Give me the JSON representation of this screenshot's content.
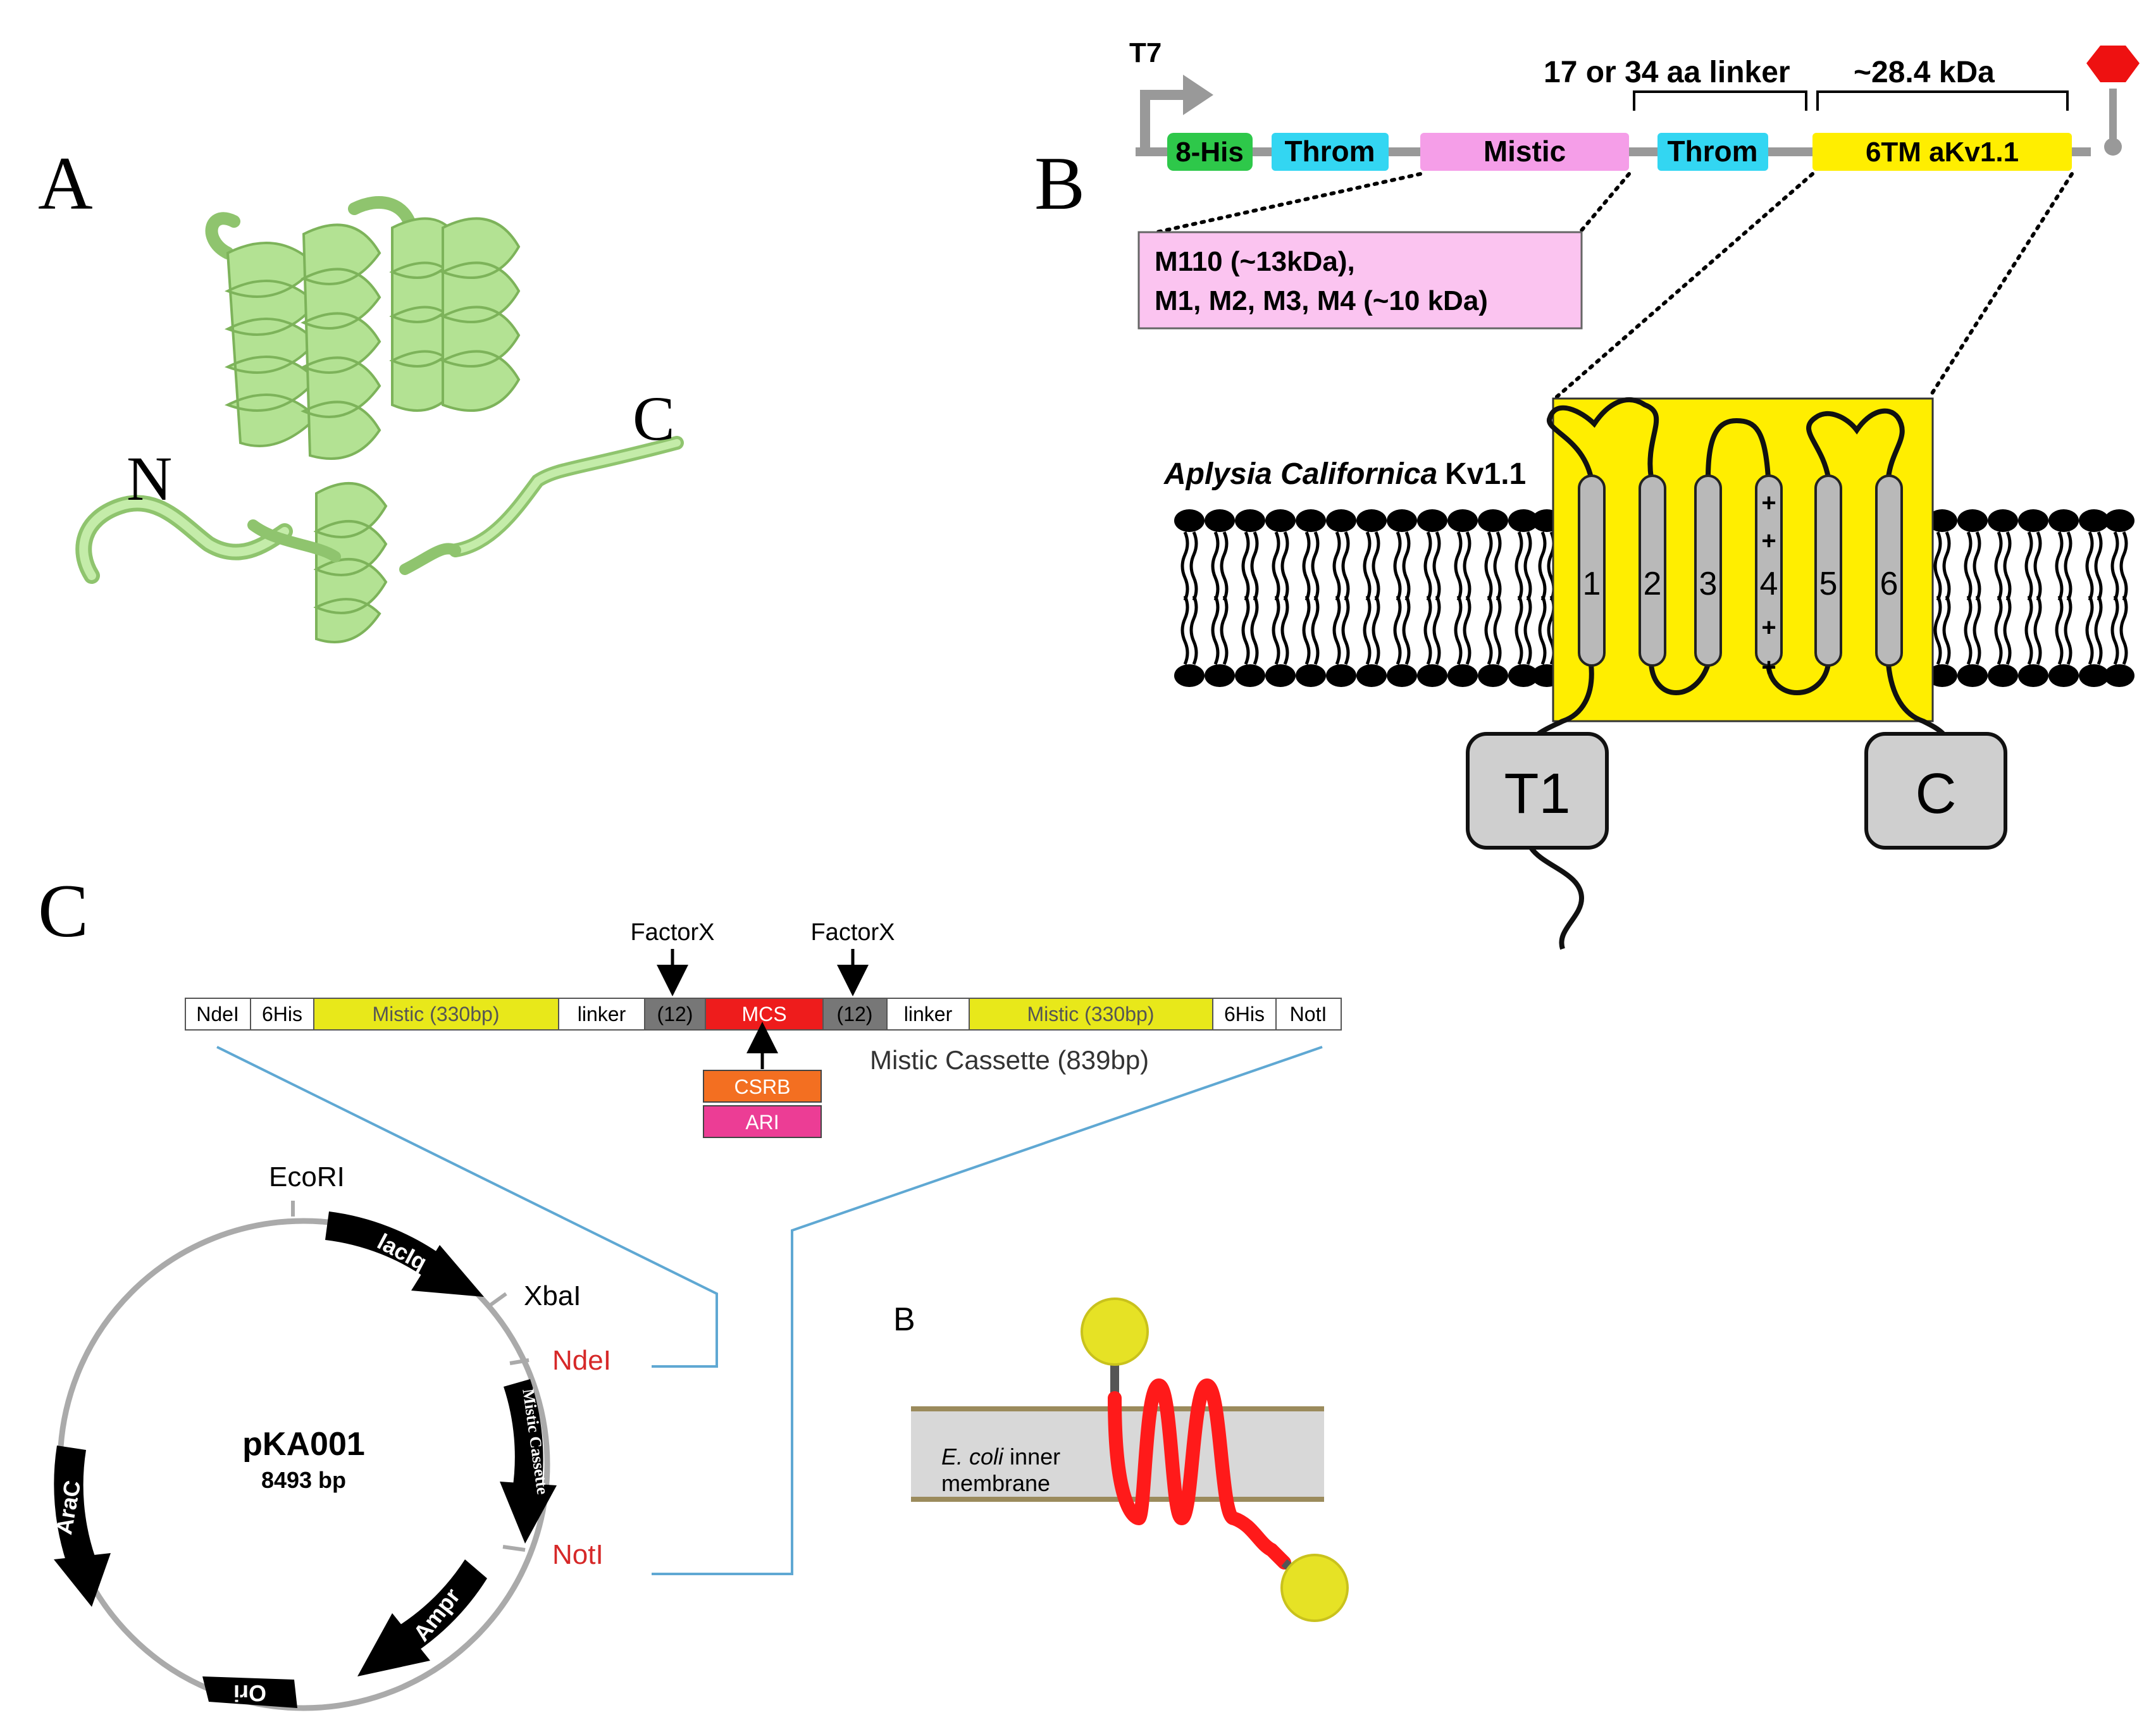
{
  "panel_labels": {
    "A": "A",
    "B_top": "B",
    "C": "C",
    "B_bottom": "B"
  },
  "panel_a": {
    "n_terminus": "N",
    "c_terminus": "C"
  },
  "construct": {
    "promoter": "T7",
    "linker_label": "17 or 34 aa linker",
    "mass_label": "~28.4 kDa",
    "segments": {
      "his8": "8-His",
      "throm1": "Throm",
      "mistic": "Mistic",
      "throm2": "Throm",
      "kv": "6TM aKv1.1"
    },
    "variants": {
      "line1": "M110 (~13kDa),",
      "line2": "M1, M2, M3, M4 (~10 kDa)"
    }
  },
  "channel": {
    "species": "Aplysia Californica",
    "name": "Kv1.1",
    "helices": [
      "1",
      "2",
      "3",
      "4",
      "5",
      "6"
    ],
    "charges": [
      "+",
      "+",
      "+",
      "+",
      "+"
    ],
    "t1": "T1",
    "c_domain": "C"
  },
  "cassette": {
    "factor_left": "FactorX",
    "factor_right": "FactorX",
    "segments": {
      "ndei_left": "NdeI",
      "his_left": "6His",
      "mistic_left": "Mistic (330bp)",
      "linker_left": "linker",
      "x12_left": "(12)",
      "mcs": "MCS",
      "x12_right": "(12)",
      "linker_right": "linker",
      "mistic_right": "Mistic (330bp)",
      "his_right": "6His",
      "noti_right": "NotI"
    },
    "title": "Mistic Cassette (839bp)",
    "csrb": "CSRB",
    "ari": "ARI"
  },
  "plasmid": {
    "name": "pKA001",
    "size": "8493 bp",
    "sites": {
      "ecori": "EcoRI",
      "xbai": "XbaI",
      "ndei": "NdeI",
      "noti": "NotI"
    },
    "genes": {
      "laciq": "lacIq",
      "mistic_cassette": "Mistic Cassette",
      "amp": "Ampr",
      "ori": "Ori",
      "arac": "AraC"
    }
  },
  "membrane_panel": {
    "line1_italic": "E. coli",
    "line1_rest": " inner",
    "line2": "membrane"
  },
  "colors": {
    "ribbon": "#a6d88a",
    "his_green": "#2ec84a",
    "throm_cyan": "#33d6f2",
    "mistic_pink": "#f59ee8",
    "kv_yellow": "#ffee00",
    "variant_box": "#fbc4f0",
    "helix_gray": "#b9b9b9",
    "cassette_yellow": "#e8e81a",
    "mcs_red": "#ee1c1c",
    "gray12": "#777777",
    "csrb_orange": "#f36f21",
    "ari_pink": "#ec3d95",
    "blue_line": "#5fa8d3",
    "red_site": "#d62828",
    "membrane_gray": "#d8d8d8",
    "membrane_edge": "#9b8b5c",
    "tm_red": "#ff1a1a"
  }
}
